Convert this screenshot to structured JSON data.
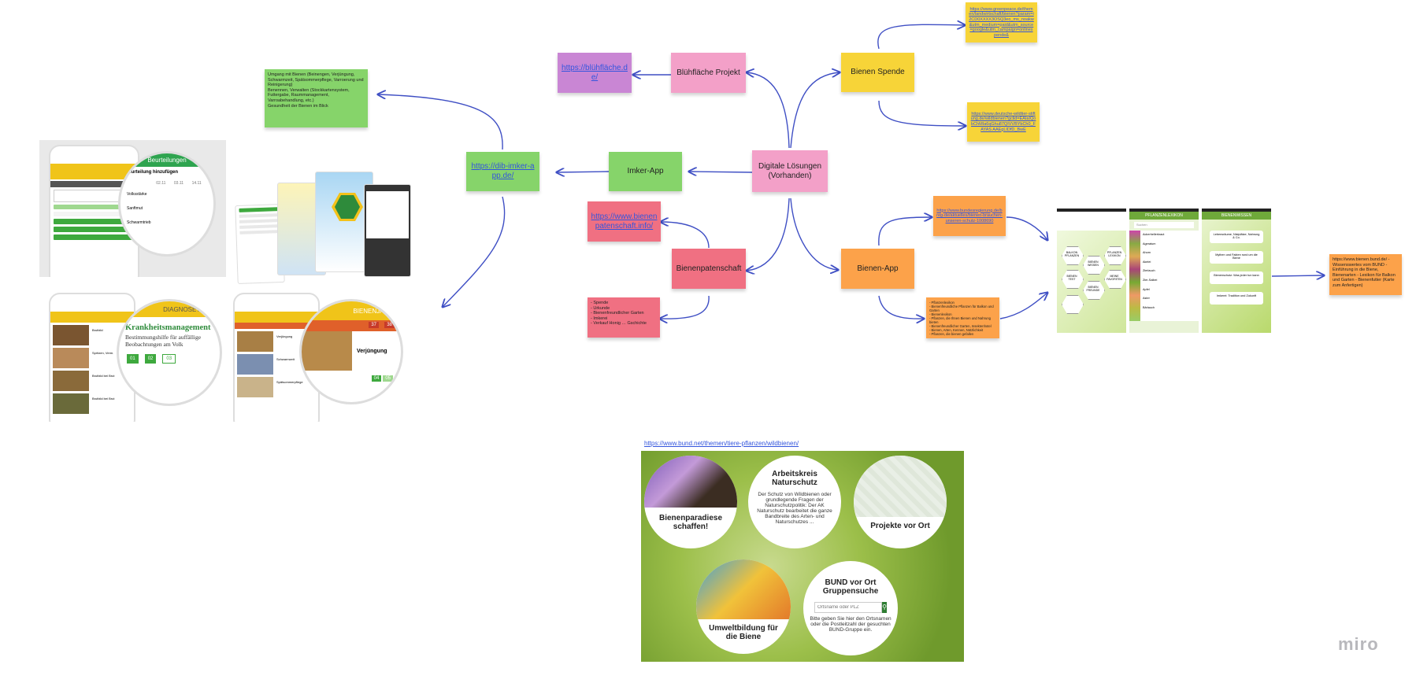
{
  "nodes": {
    "center": "Digitale Lösungen (Vorhanden)",
    "bluehflaeche_projekt": "Blühfläche Projekt",
    "bluehflaeche_link": "https://blühfläche.de/",
    "bienen_spende": "Bienen Spende",
    "spende_link_1": "https://www.greenpeace.de/themen/landwirtschaft/bienen?param=i2CD0XXXX3OSQ3eo_ms_noakw&utm_medium=paid&utm_source=google&utm_campaign=onlinespende&",
    "spende_link_2": "https://www.deutsche-wildtier-stiftung.de/wildbienen?gclid=EAIaIQobChMIa6qGhu87QIVVBYbCh0_FAYAS AAEgLIDfD_BwE",
    "imker_app": "Imker-App",
    "imker_link": "https://dib-imker-app.de/",
    "imker_desc": "Umgang mit Bienen (Beinengen, Verjüngung, Schwarmzeit, Spätsommerpflege, Varroerung und Reinigerung)\nBenennen, Verwalten (Stockkartensystem, Futtergabe, Raummanagement, Varroabehandlung, etc.)\nGesundheit der Bienen im Blick",
    "bienenpatenschaft": "Bienenpatenschaft",
    "patenschaft_link": "https://www.bienenpatenschaft.info/",
    "patenschaft_desc": "- Spende\n- Urkunde\n- Bienenfreundlicher Garten\n- Imkerei\n- Verkauf Honig … Gschichte",
    "bienen_app": "Bienen-App",
    "bienen_app_link": "https://www.bundesregierung.de/breg-de/aktuelles/bienen-brauchen-unseren-schutz-1008690",
    "bienen_app_desc": "- Pflanzenlexikon\n- Bienenfreundliche Pflanzen für Balkon und Garten\n- Bienenlexikon\n- Pflanzen, die Ihnen Bienen und Nahrung bieten\n- Bienenfreundlicher Garten, Insektenhotel\n- Bienen, Arten, Kennen, Nützlichkeit\n- Pflanzen, die bienen gefallen",
    "bund_desc": "https://www.bienen.bund.de/ - Wissenswertes vom BUND - Einführung in die Biene, Bienenarten - Lexikon für Balkon und Garten - Bienenfutter (Karte zum Anfertigen)"
  },
  "imker_screens": {
    "beurteilungen": "Beurteilungen",
    "beurteilung_hinzufuegen": "Beurteilung hinzufügen",
    "dates": [
      "02.11",
      "03.11",
      "14.11"
    ],
    "rows": [
      "Volksstärke",
      "Sanftmut",
      "Schwarmtrieb"
    ],
    "diagnose": "DIAGNOSETOOL",
    "krankheit_title": "Krankheitsmanagement",
    "krankheit_sub": "Bestimmungshilfe für auffällige Beobachtungen am Volk",
    "steps": [
      "01",
      "02",
      "03"
    ],
    "bienenjahr": "BIENENJAHR",
    "verjuengung": "Verjüngung",
    "list_items": [
      "Verjüngung",
      "Schwarmzeit",
      "Spätsommerpflege"
    ],
    "diag_items": [
      "Brutbild",
      "Spritzen, Verm.",
      "Brutbild bei Brut",
      "Brutbild bei Brut"
    ],
    "badges": [
      "37",
      "38",
      "04",
      "05"
    ]
  },
  "bienen_app_screens": {
    "screen2_title": "PFLANZENLEXIKON",
    "screen3_title": "BIENENWISSEN",
    "hexes": [
      "BALKON PFLANZEN",
      "PFLANZEN LEXIKON",
      "BIENEN WISSEN",
      "BIENEN TEST",
      "MEINE FAVORITEN",
      "BIENEN FREUNDE"
    ],
    "plants": [
      "Ackerhellerkraut",
      "Ageratum",
      "Ahorn",
      "Akelei",
      "Zierlauch",
      "Zier-Salbei",
      "Apfel",
      "Aster",
      "Bärlauch"
    ],
    "cards": [
      "Lebensräume, Nistplätze, Nahrung & Co.",
      "Mythen und Fakten rund um die Biene",
      "Bienenschutz: Was jeder tun kann",
      "Imkerei: Tradition und Zukunft"
    ],
    "search": "Suchen"
  },
  "bund": {
    "link": "https://www.bund.net/themen/tiere-pflanzen/wildbienen/",
    "c1_title": "Bienenparadiese schaffen!",
    "c2_title": "Arbeitskreis Naturschutz",
    "c2_text": "Der Schutz von Wildbienen oder grundlegende Fragen der Naturschutzpolitik: Der AK Naturschutz bearbeitet die ganze Bandbreite des Arten- und Naturschutzes ...",
    "c3_title": "Projekte vor Ort",
    "c4_title": "Umweltbildung für die Biene",
    "c5_title": "BUND vor Ort Gruppensuche",
    "c5_placeholder": "Ortsname oder PLZ",
    "c5_text": "Bitte geben Sie hier den Ortsnamen oder die Postleitzahl der gesuchten BUND-Gruppe ein."
  },
  "brand": "miro",
  "colors": {
    "yellow": "#f7d438",
    "pink": "#f3a0c8",
    "green": "#86d46a",
    "red": "#f07082",
    "orange": "#fca24a",
    "violet": "#c986d4",
    "edge": "#3f4fc4"
  }
}
